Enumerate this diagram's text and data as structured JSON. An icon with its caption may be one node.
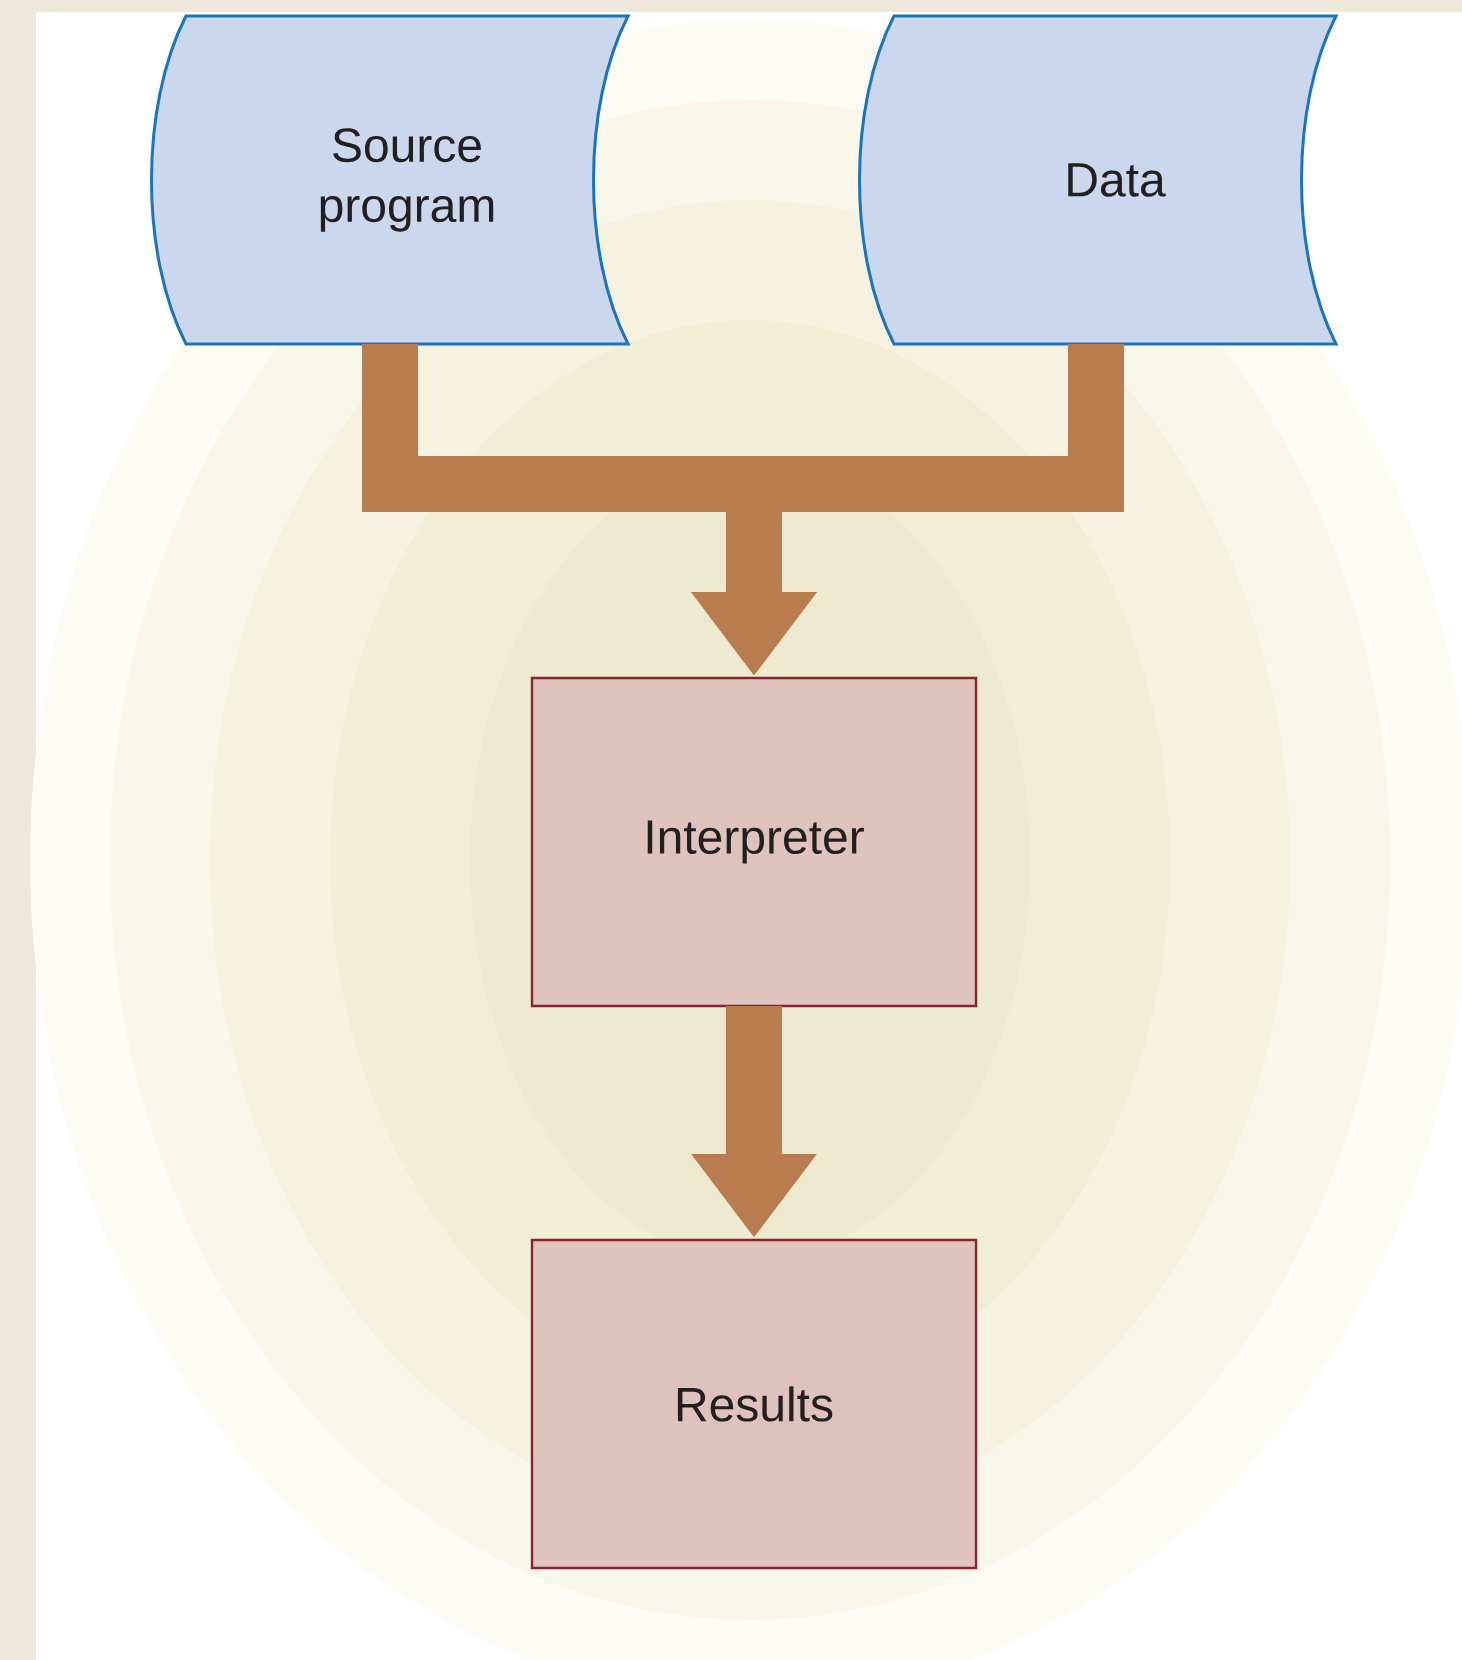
{
  "diagram": {
    "nodes": [
      {
        "text": [
          "Source program"
        ]
      },
      {
        "text": [
          "Data"
        ]
      },
      {
        "text": [
          "Interpreter"
        ]
      },
      {
        "text": [
          "Results"
        ]
      }
    ],
    "edges": [
      {
        "from": 0,
        "to": 2,
        "arrow": "to"
      },
      {
        "from": 1,
        "to": 2,
        "arrow": "to"
      },
      {
        "from": 2,
        "to": 3,
        "arrow": "to"
      }
    ]
  }
}
